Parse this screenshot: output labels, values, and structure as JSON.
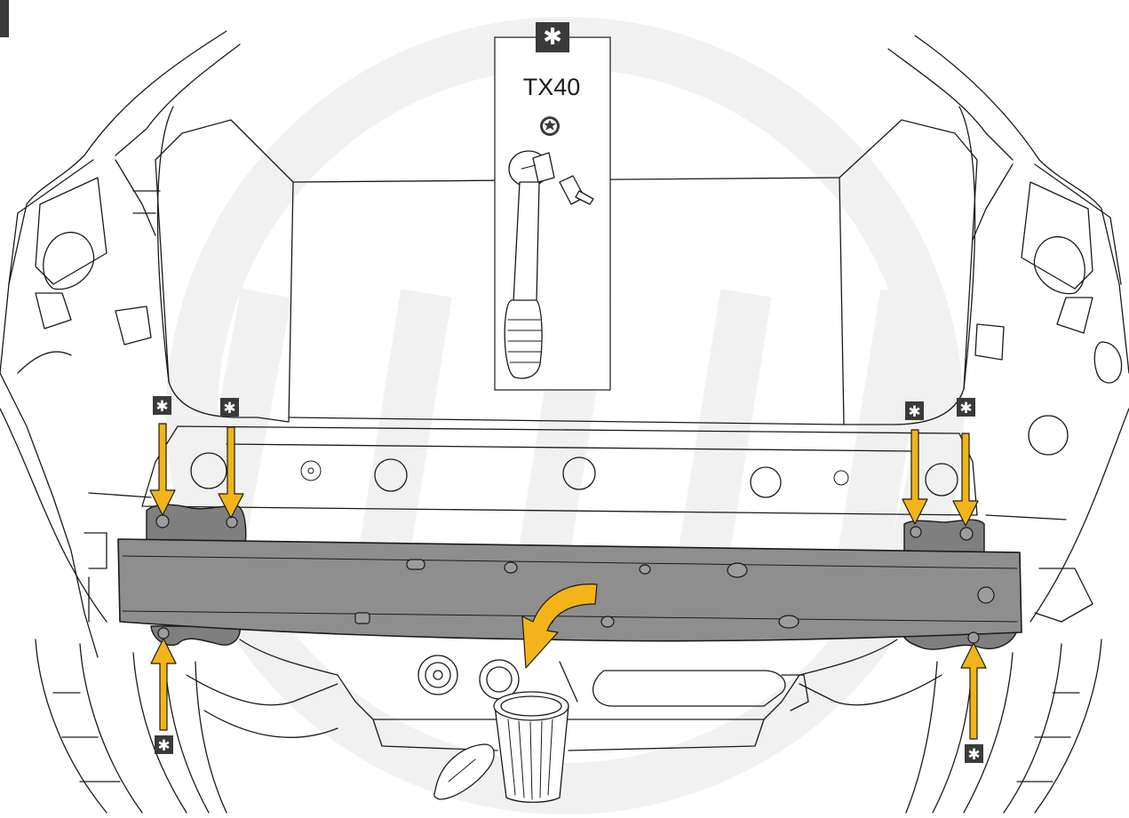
{
  "tool_panel": {
    "symbol": "✱",
    "label": "TX40",
    "bit_type_icon": "torx-star-icon",
    "tool_icon": "ratchet-with-socket-icon"
  },
  "callouts": {
    "symbol": "✱",
    "count": 6,
    "icon": "asterisk-tool-reference-icon"
  },
  "arrows": {
    "color": "#f2b419",
    "direction_top": "down",
    "direction_bottom": "up",
    "discard_arrow_icon": "curved-arrow-icon"
  },
  "discard": {
    "icon": "trash-bin-icon"
  },
  "part": {
    "icon": "bumper-reinforcement-beam",
    "color": "#8e8e8e"
  },
  "colors": {
    "badge": "#3a3a3a",
    "watermark": "#f1f1f1",
    "outline": "#1a1a1a"
  }
}
